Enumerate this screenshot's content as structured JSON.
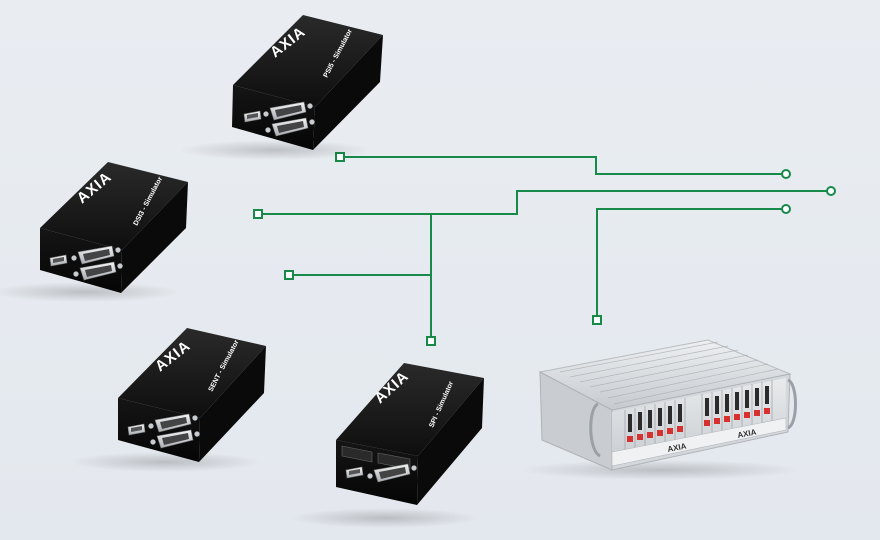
{
  "devices": [
    {
      "id": "psi5",
      "label": "PSI5 - Simulator",
      "brand": "AXIA"
    },
    {
      "id": "dsi3",
      "label": "DSI3 - Simulator",
      "brand": "AXIA"
    },
    {
      "id": "sent",
      "label": "SENT - Simulator",
      "brand": "AXIA"
    },
    {
      "id": "spi",
      "label": "SPI - Simulator",
      "brand": "AXIA"
    }
  ],
  "rack": {
    "brand": "AXIA"
  },
  "colors": {
    "wire": "#178a4a",
    "background": "#e6ebf0",
    "device_body": "#141414",
    "rack_body": "#dfe2e6",
    "connector_red": "#d6312f"
  }
}
